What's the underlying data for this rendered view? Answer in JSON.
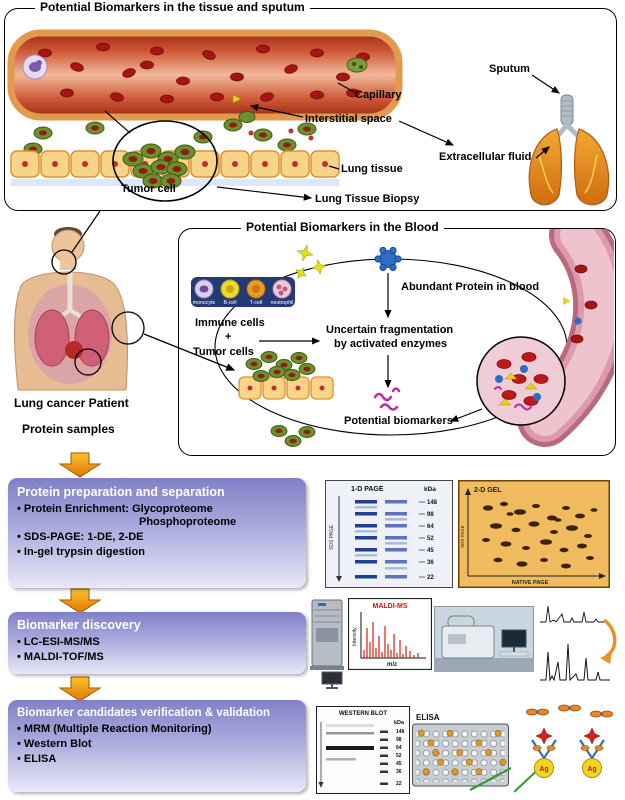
{
  "colors": {
    "accent_orange": "#f39c12",
    "box_purple_top": "#8080c8",
    "box_purple_bottom": "#e8e8f8",
    "capillary_wall": "#e29a4c",
    "blood_red": "#a81414",
    "tumor_green": "#6d8f2e",
    "tissue_tan": "#f7d488",
    "vessel_pink": "#d892a2"
  },
  "tissue_panel": {
    "title": "Potential Biomarkers in the tissue and sputum",
    "labels": {
      "capillary": "Capillary",
      "sputum": "Sputum",
      "interstitial_space": "Interstitial space",
      "extracellular_fluid": "Extracellular fluid",
      "lung_tissue": "Lung tissue",
      "tumor_cell": "Tumor cell",
      "lung_tissue_biopsy": "Lung Tissue Biopsy"
    }
  },
  "blood_panel": {
    "title": "Potential Biomarkers in the Blood",
    "cells": [
      "monocyte",
      "B-cell",
      "T-cell",
      "neutrophil"
    ],
    "labels": {
      "abundant_protein": "Abundant Protein in blood",
      "immune_cells": "Immune cells",
      "plus": "+",
      "tumor_cells": "Tumor cells",
      "fragmentation_line1": "Uncertain fragmentation",
      "fragmentation_line2": "by activated enzymes",
      "potential_biomarkers": "Potential biomarkers"
    }
  },
  "patient": {
    "caption_line1": "Lung cancer Patient",
    "caption_line2": "Protein samples"
  },
  "workflow": {
    "steps": [
      {
        "title": "Protein preparation and separation",
        "bullets": [
          "• Protein Enrichment: Glycoproteome",
          "Phosphoproteome",
          "• SDS-PAGE: 1-DE, 2-DE",
          "• In-gel trypsin digestion"
        ]
      },
      {
        "title": "Biomarker discovery",
        "bullets": [
          "• LC-ESI-MS/MS",
          "• MALDI-TOF/MS"
        ]
      },
      {
        "title": "Biomarker candidates verification & validation",
        "bullets": [
          "• MRM (Multiple Reaction Monitoring)",
          "• Western Blot",
          "• ELISA"
        ]
      }
    ]
  },
  "gel_1d": {
    "title": "1-D PAGE",
    "kda_header": "kDa",
    "kda_values": [
      "148",
      "98",
      "64",
      "52",
      "45",
      "36",
      "22"
    ],
    "y_axis": "SDS PAGE"
  },
  "gel_2d": {
    "title": "2-D GEL",
    "x_axis": "NATIVE PAGE",
    "y_axis": "SDS PAGE"
  },
  "maldi_plot": {
    "title": "MALDI-MS",
    "y_axis": "Intensity",
    "x_axis": "m/z"
  },
  "western_blot": {
    "title": "WESTERN BLOT",
    "kda_header": "kDa",
    "kda_values": [
      "148",
      "98",
      "64",
      "52",
      "45",
      "36",
      "22"
    ]
  },
  "elisa": {
    "title": "ELISA"
  },
  "antibody": {
    "ag_label": "Ag"
  }
}
